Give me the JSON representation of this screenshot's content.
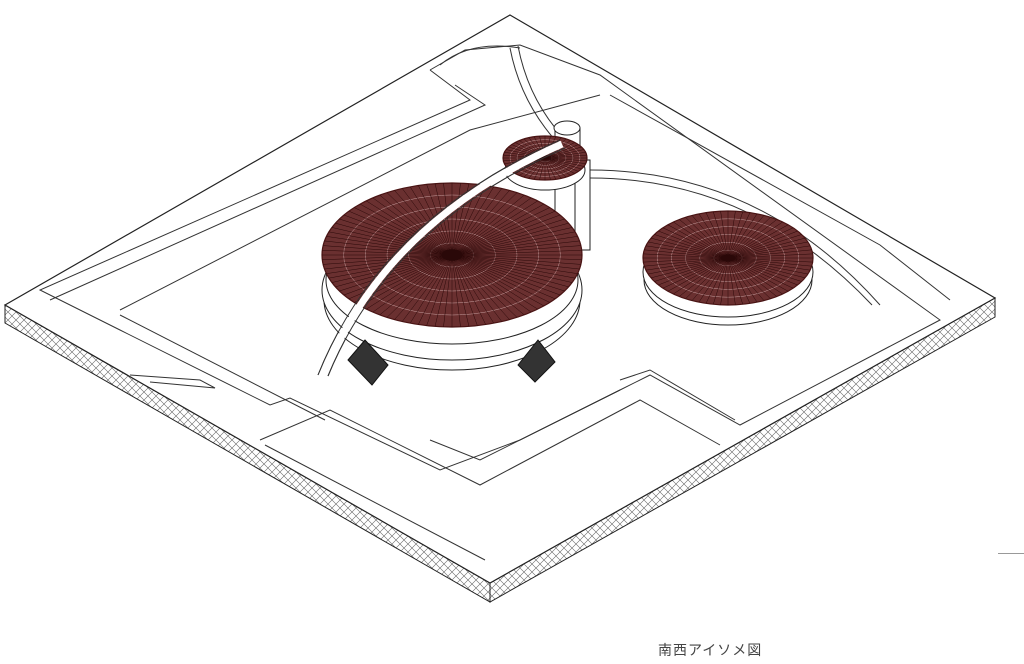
{
  "caption": "南西アイソメ図",
  "colors": {
    "roof": "#4a1414",
    "line": "#222222",
    "stair": "#333333"
  },
  "domes": [
    {
      "name": "main-dome",
      "radial_lines": 96
    },
    {
      "name": "east-dome",
      "radial_lines": 72
    },
    {
      "name": "north-dome",
      "radial_lines": 48
    }
  ]
}
